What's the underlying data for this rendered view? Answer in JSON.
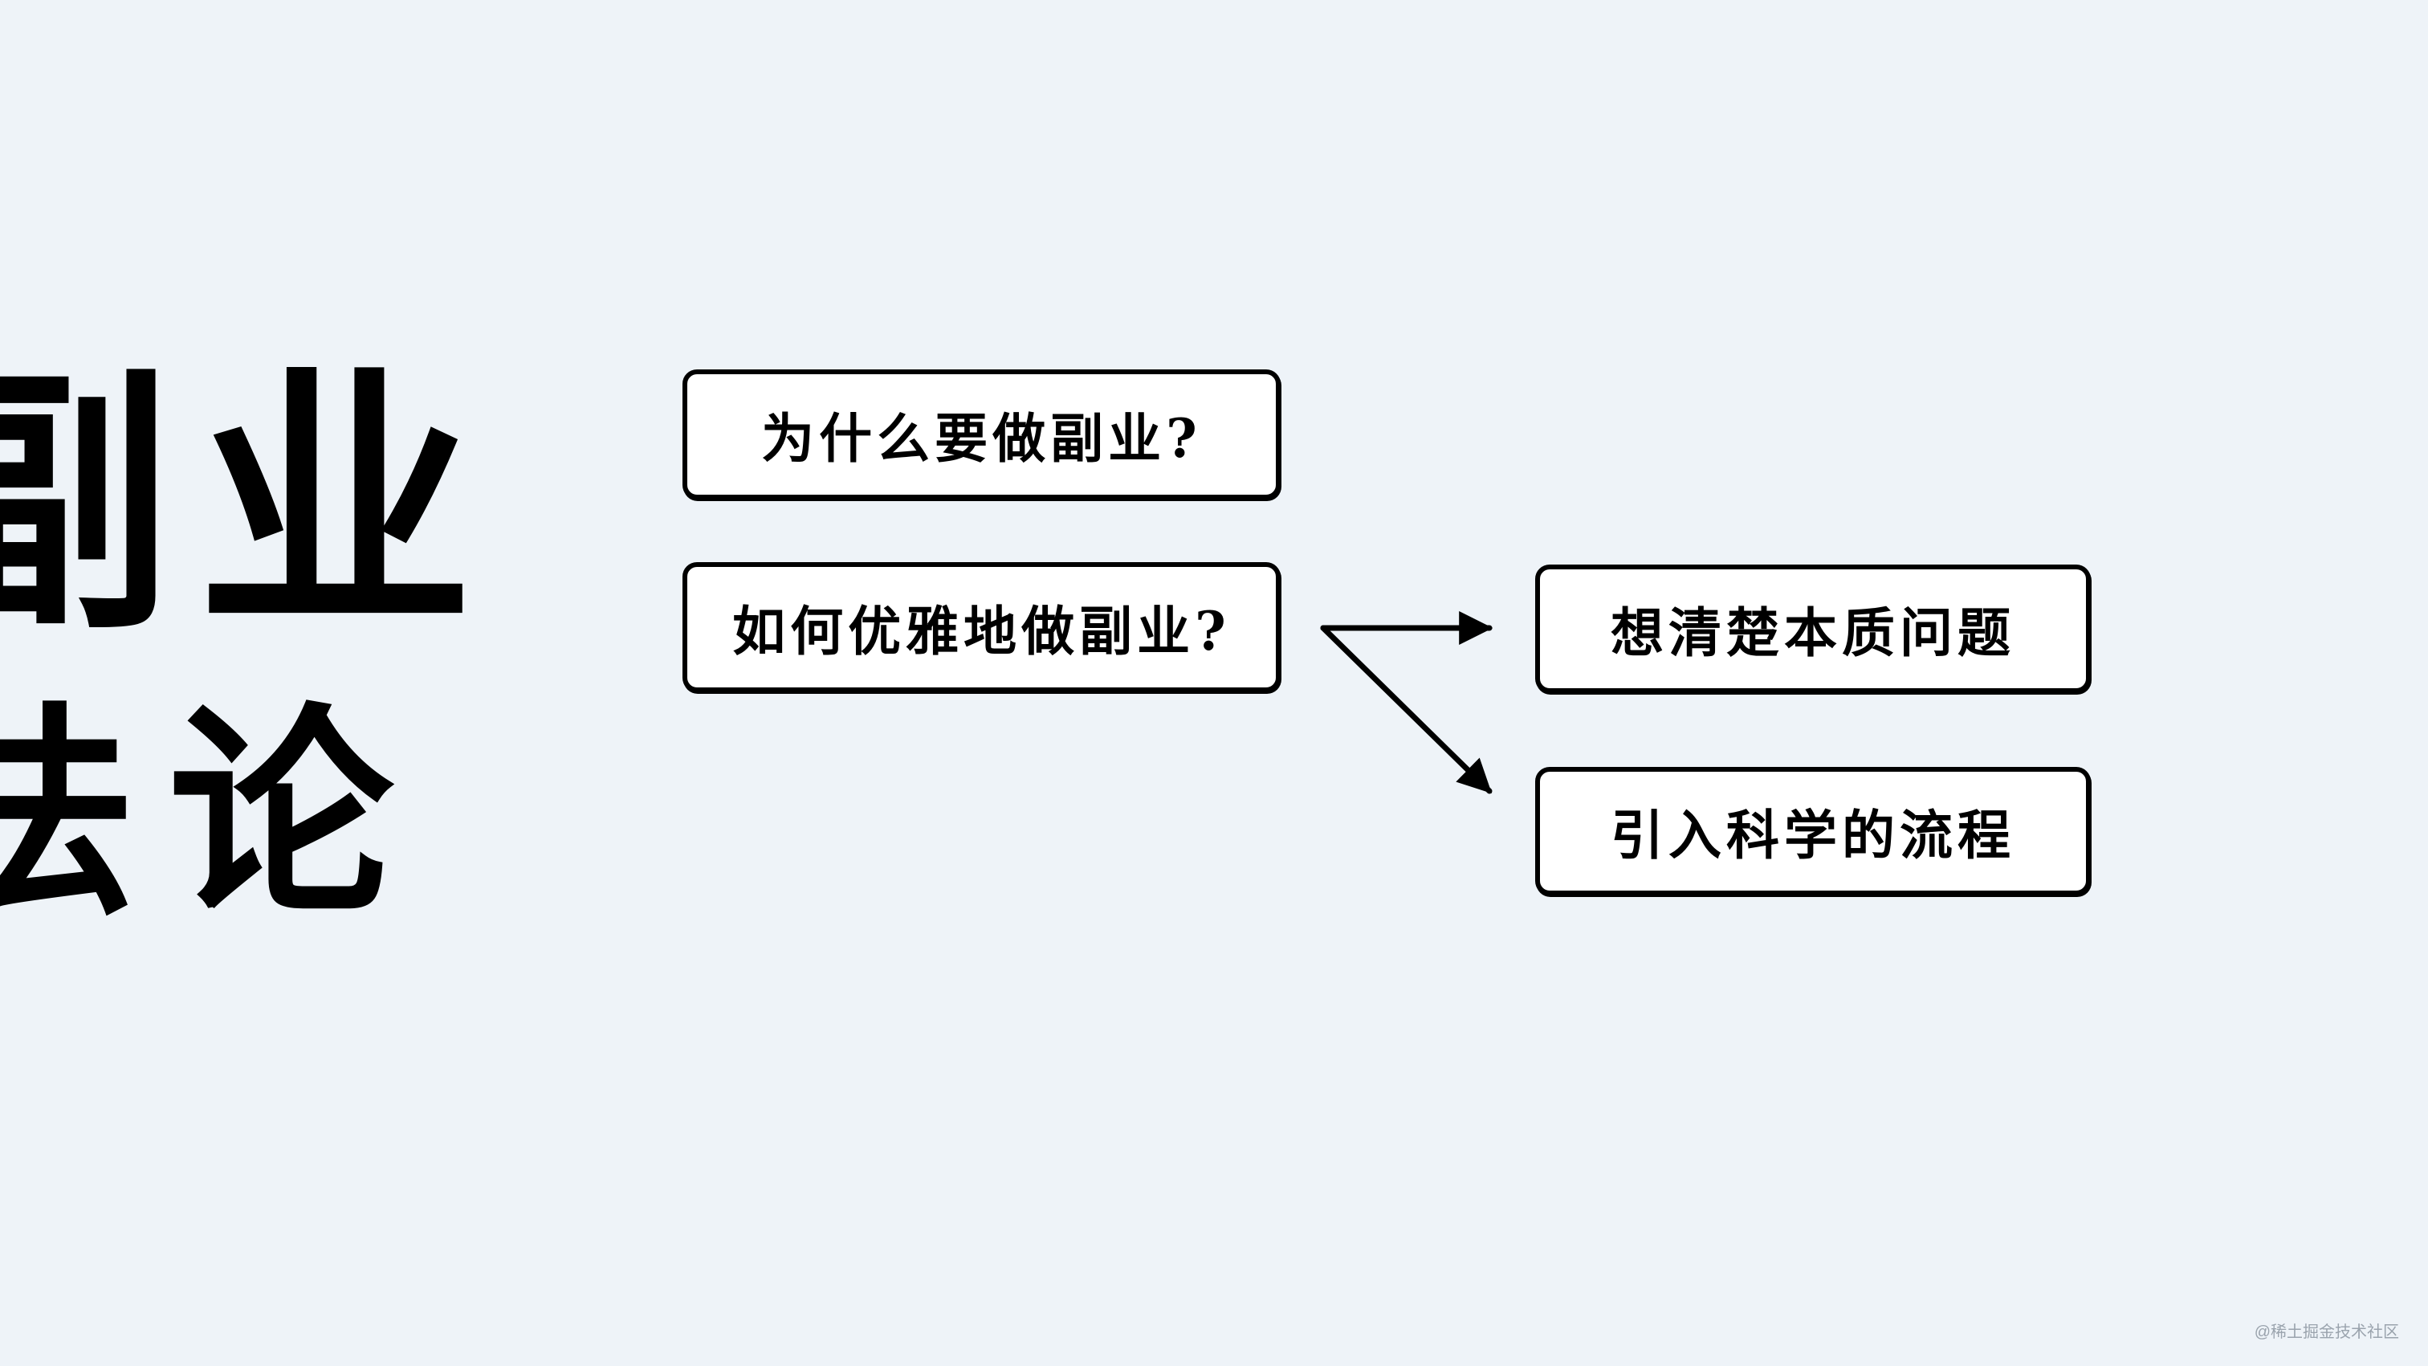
{
  "title": {
    "line1": "副业",
    "line2": "法论"
  },
  "questions": [
    {
      "label": "为什么要做副业?"
    },
    {
      "label": "如何优雅地做副业?"
    }
  ],
  "answers": [
    {
      "label": "想清楚本质问题"
    },
    {
      "label": "引入科学的流程"
    }
  ],
  "watermark": "@稀土掘金技术社区",
  "colors": {
    "background": "#eef3f8",
    "box_fill": "#ffffff",
    "ink": "#000000"
  }
}
